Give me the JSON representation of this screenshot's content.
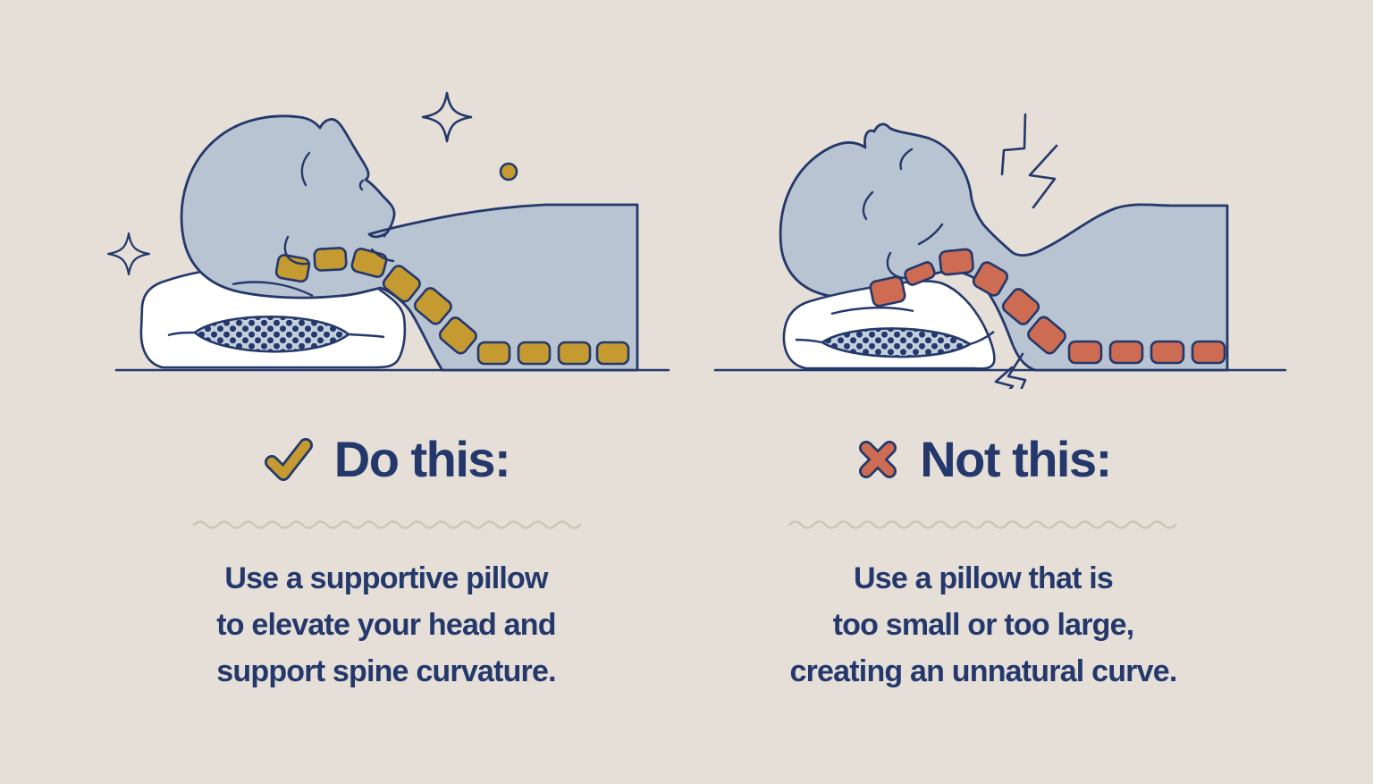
{
  "page": {
    "background_color": "#e5dfd8",
    "text_color": "#24386b",
    "outline_color": "#24386b",
    "body_fill_color": "#b9c4d2",
    "pillow_color": "#ffffff",
    "pillow_lens_color": "#c3cfdc",
    "divider_color": "#cfc5b5"
  },
  "do_panel": {
    "heading": "Do this:",
    "icon": "check-icon",
    "icon_color": "#c49a31",
    "spine_color": "#c49a31",
    "vertebrae_count": 10,
    "illustration": "supportive-pillow-correct-posture",
    "description_lines": [
      "Use a supportive pillow",
      "to elevate your head and",
      "support spine curvature."
    ]
  },
  "not_panel": {
    "heading": "Not this:",
    "icon": "x-icon",
    "icon_color": "#cd6b53",
    "spine_color": "#cd6b53",
    "vertebrae_count": 10,
    "illustration": "wrong-pillow-unnatural-curve",
    "description_lines": [
      "Use a pillow that is",
      "too small or too large,",
      "creating an unnatural curve."
    ]
  }
}
